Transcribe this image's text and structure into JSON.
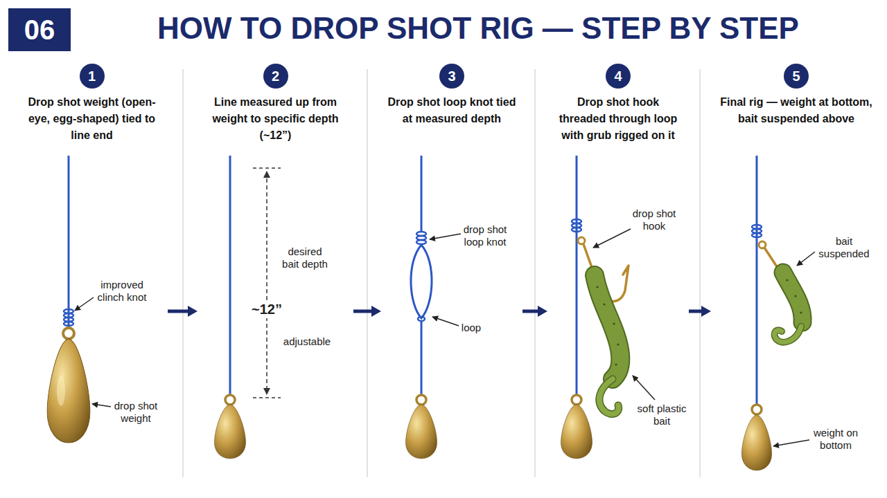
{
  "diagram": {
    "title": "HOW TO DROP SHOT RIG — STEP BY STEP",
    "nodes": [
      {
        "text": [
          "06"
        ]
      },
      {
        "text": [
          "Drop shot weight (open-eye, egg-shaped) tied to line end"
        ]
      },
      {
        "text": [
          "1"
        ],
        "in": 1
      },
      {
        "text": [
          "Line measured up from weight to specific depth (~12”)"
        ]
      },
      {
        "text": [
          "2"
        ],
        "in": 3
      },
      {
        "text": [
          "Drop shot loop knot tied at measured depth"
        ]
      },
      {
        "text": [
          "3"
        ],
        "in": 5
      },
      {
        "text": [
          "Drop shot hook threaded through loop with grub rigged on it"
        ]
      },
      {
        "text": [
          "4"
        ],
        "in": 7
      },
      {
        "text": [
          "Final rig — weight at bottom, bait suspended above"
        ]
      },
      {
        "text": [
          "5"
        ],
        "in": 9
      }
    ],
    "edges": [
      {
        "from": 1,
        "to": 3,
        "arrow": "to"
      },
      {
        "from": 3,
        "to": 5,
        "arrow": "to"
      },
      {
        "from": 5,
        "to": 7,
        "arrow": "to"
      },
      {
        "from": 7,
        "to": 9,
        "arrow": "to"
      }
    ],
    "labels": [
      "improved clinch knot",
      "drop shot weight",
      "desired bait depth",
      "~12”",
      "adjustable",
      "drop shot loop knot",
      "loop",
      "drop shot hook",
      "soft plastic bait",
      "bait suspended",
      "weight on bottom"
    ]
  }
}
